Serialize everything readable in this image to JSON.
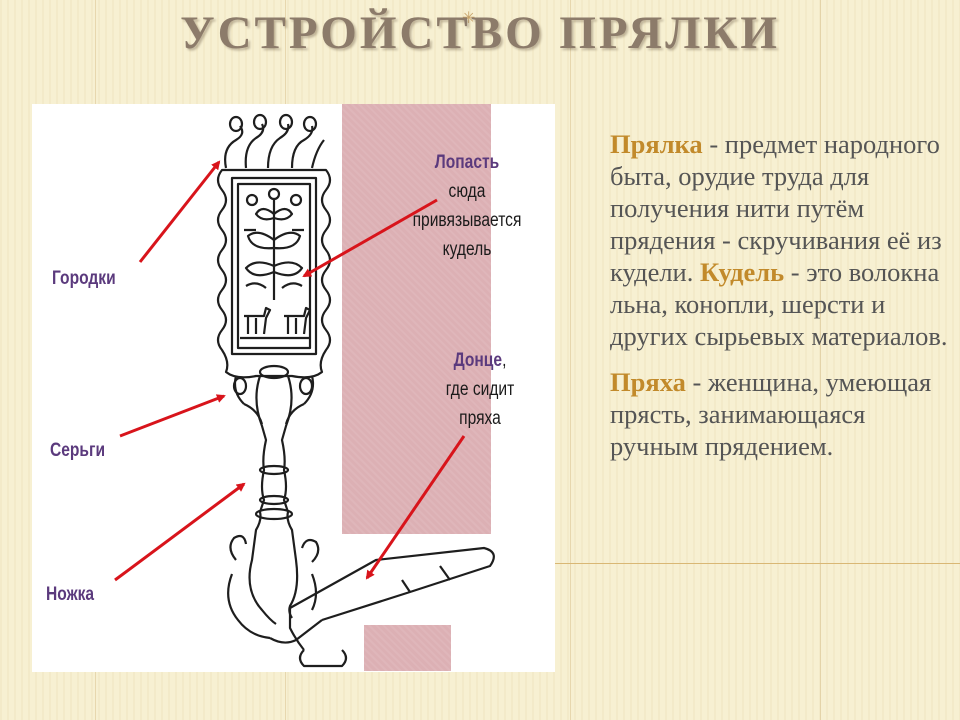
{
  "slide": {
    "title": "УСТРОЙСТВО ПРЯЛКИ",
    "decoration_glyph": "✳"
  },
  "diagram": {
    "labels": {
      "gorodki": "Городки",
      "sergi": "Серьги",
      "nozhka": "Ножка"
    },
    "lopast": {
      "heading": "Лопасть",
      "line1": "сюда",
      "line2": "привязывается",
      "line3": "кудель"
    },
    "donce": {
      "heading": "Донце",
      "comma": ",",
      "line1": "где сидит",
      "line2": "пряха"
    },
    "colors": {
      "arrow": "#d8141b",
      "label": "#5b3a7d",
      "panel_pink": "#dcb0b4"
    },
    "icons": [
      "spinning-wheel-illustration-icon",
      "arrow-icon"
    ]
  },
  "definitions": {
    "p1": {
      "term": "Прялка",
      "text_a": " - предмет народного быта, орудие труда для получения нити путём  прядения - скручивания её из кудели. ",
      "term2": "Кудель",
      "text_b": " - это волокна  льна, конопли, шерсти и других сырьевых материалов."
    },
    "p2": {
      "term": "Пряха",
      "text": " - женщина, умеющая прясть, занимающаяся ручным прядением."
    },
    "colors": {
      "term": "#c28a2b",
      "body": "#555555"
    }
  }
}
